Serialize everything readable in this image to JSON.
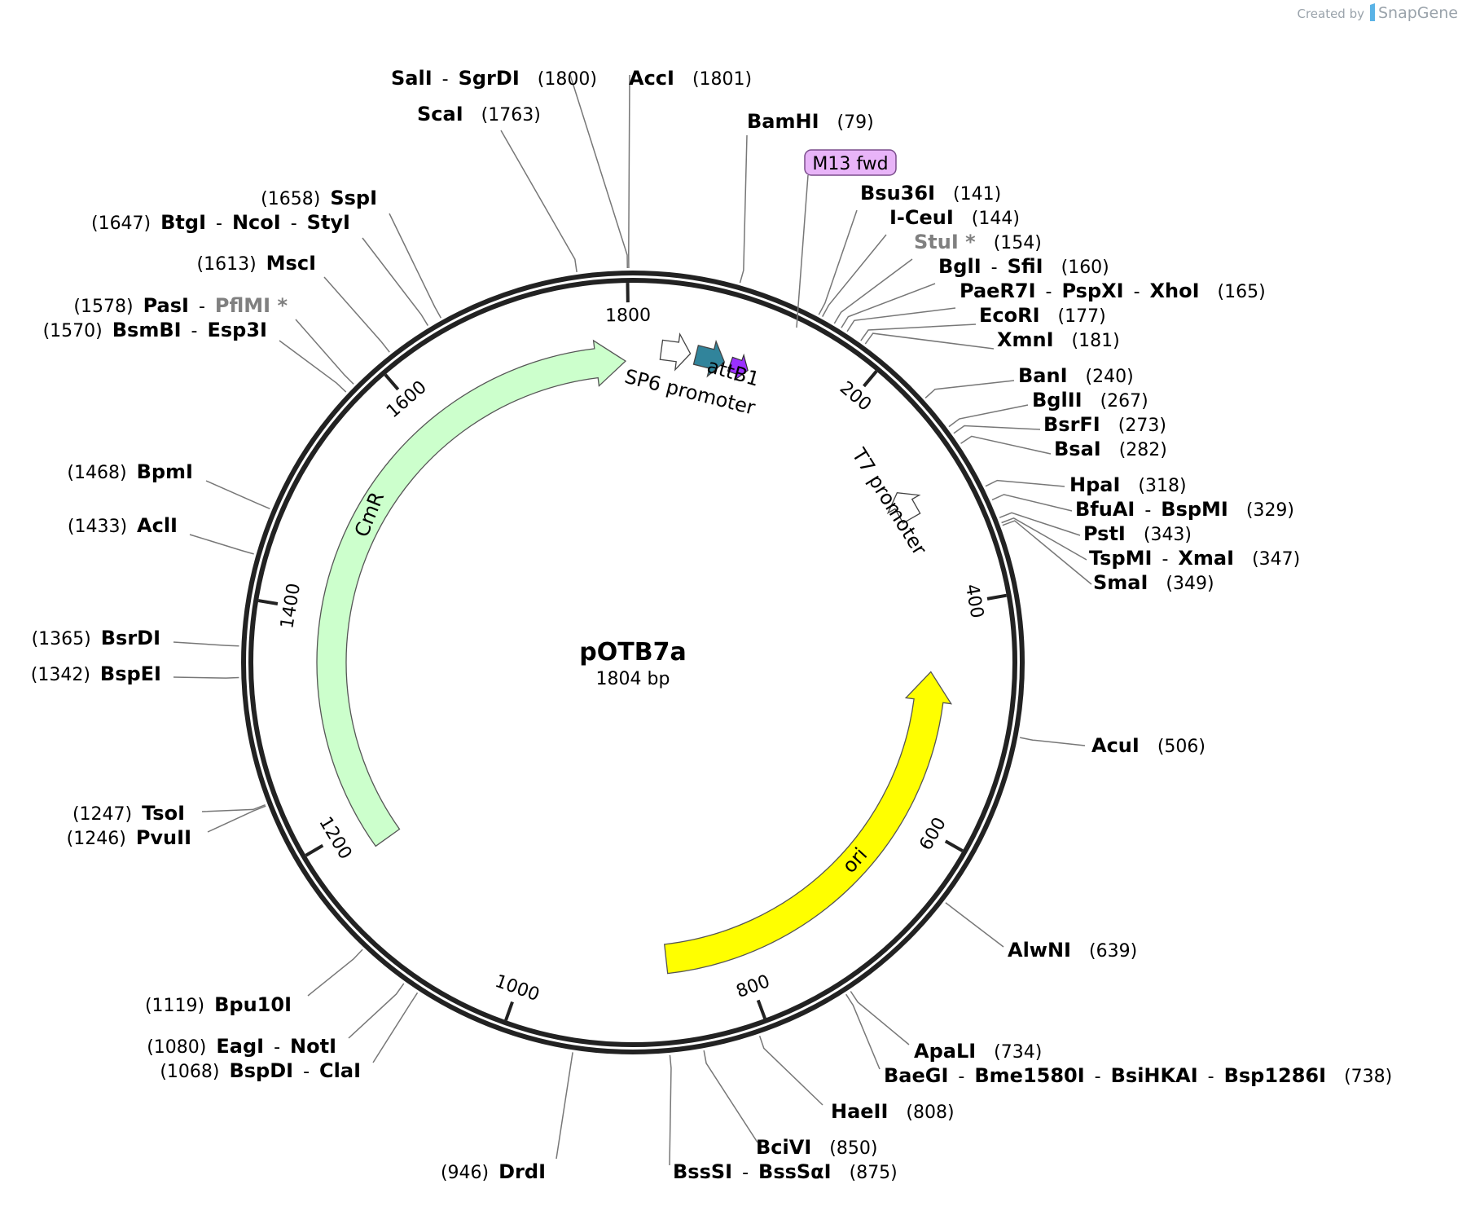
{
  "credit": {
    "prefix": "Created by",
    "brand": "SnapGene"
  },
  "plasmid": {
    "name": "pOTB7a",
    "length_label": "1804 bp",
    "total_bp": 1804
  },
  "ticks": [
    {
      "label": "200",
      "pos": 200
    },
    {
      "label": "400",
      "pos": 400
    },
    {
      "label": "600",
      "pos": 600
    },
    {
      "label": "800",
      "pos": 800
    },
    {
      "label": "1000",
      "pos": 1000
    },
    {
      "label": "1200",
      "pos": 1200
    },
    {
      "label": "1400",
      "pos": 1400
    },
    {
      "label": "1600",
      "pos": 1600
    },
    {
      "label": "1800",
      "pos": 1800
    }
  ],
  "features": [
    {
      "name": "CmR",
      "start": 1175,
      "end": 1797,
      "direction": "forward",
      "color": "#ccffcc"
    },
    {
      "name": "ori",
      "start": 870,
      "end": 460,
      "direction": "reverse",
      "color": "#ffff00"
    },
    {
      "name": "SP6 promoter",
      "pos": 38,
      "direction": "forward",
      "color": "#ffffff"
    },
    {
      "name": "attB1",
      "pos": 70,
      "direction": "forward",
      "color": "#31849b"
    },
    {
      "name": "T7 promoter",
      "pos": 302,
      "direction": "reverse",
      "color": "#ffffff"
    }
  ],
  "primer": {
    "name": "M13 fwd",
    "pos": 105,
    "color": "#e8b4f8"
  },
  "small_arrow": {
    "pos": 98,
    "color": "#9b30ff"
  },
  "sites": [
    {
      "names": [
        "SalI",
        "SgrDI"
      ],
      "pos_label": "(1800)",
      "pos": 1800
    },
    {
      "names": [
        "AccI"
      ],
      "pos_label": "(1801)",
      "pos": 1801
    },
    {
      "names": [
        "ScaI"
      ],
      "pos_label": "(1763)",
      "pos": 1763
    },
    {
      "names": [
        "BamHI"
      ],
      "pos_label": "(79)",
      "pos": 79
    },
    {
      "names": [
        "Bsu36I"
      ],
      "pos_label": "(141)",
      "pos": 141
    },
    {
      "names": [
        "I-CeuI"
      ],
      "pos_label": "(144)",
      "pos": 144
    },
    {
      "names": [
        "StuI *"
      ],
      "pos_label": "(154)",
      "pos": 154,
      "gray": true
    },
    {
      "names": [
        "BglI",
        "SfiI"
      ],
      "pos_label": "(160)",
      "pos": 160
    },
    {
      "names": [
        "PaeR7I",
        "PspXI",
        "XhoI"
      ],
      "pos_label": "(165)",
      "pos": 165
    },
    {
      "names": [
        "EcoRI"
      ],
      "pos_label": "(177)",
      "pos": 177
    },
    {
      "names": [
        "XmnI"
      ],
      "pos_label": "(181)",
      "pos": 181
    },
    {
      "names": [
        "BanI"
      ],
      "pos_label": "(240)",
      "pos": 240
    },
    {
      "names": [
        "BglII"
      ],
      "pos_label": "(267)",
      "pos": 267
    },
    {
      "names": [
        "BsrFI"
      ],
      "pos_label": "(273)",
      "pos": 273
    },
    {
      "names": [
        "BsaI"
      ],
      "pos_label": "(282)",
      "pos": 282
    },
    {
      "names": [
        "HpaI"
      ],
      "pos_label": "(318)",
      "pos": 318
    },
    {
      "names": [
        "BfuAI",
        "BspMI"
      ],
      "pos_label": "(329)",
      "pos": 329
    },
    {
      "names": [
        "PstI"
      ],
      "pos_label": "(343)",
      "pos": 343
    },
    {
      "names": [
        "TspMI",
        "XmaI"
      ],
      "pos_label": "(347)",
      "pos": 347
    },
    {
      "names": [
        "SmaI"
      ],
      "pos_label": "(349)",
      "pos": 349
    },
    {
      "names": [
        "AcuI"
      ],
      "pos_label": "(506)",
      "pos": 506
    },
    {
      "names": [
        "AlwNI"
      ],
      "pos_label": "(639)",
      "pos": 639
    },
    {
      "names": [
        "ApaLI"
      ],
      "pos_label": "(734)",
      "pos": 734
    },
    {
      "names": [
        "BaeGI",
        "Bme1580I",
        "BsiHKAI",
        "Bsp1286I"
      ],
      "pos_label": "(738)",
      "pos": 738
    },
    {
      "names": [
        "HaeII"
      ],
      "pos_label": "(808)",
      "pos": 808
    },
    {
      "names": [
        "BciVI"
      ],
      "pos_label": "(850)",
      "pos": 850
    },
    {
      "names": [
        "BssSI",
        "BssSαI"
      ],
      "pos_label": "(875)",
      "pos": 875
    },
    {
      "names": [
        "DrdI"
      ],
      "pos_label": "(946)",
      "pos": 946
    },
    {
      "names": [
        "BspDI",
        "ClaI"
      ],
      "pos_label": "(1068)",
      "pos": 1068
    },
    {
      "names": [
        "EagI",
        "NotI"
      ],
      "pos_label": "(1080)",
      "pos": 1080
    },
    {
      "names": [
        "Bpu10I"
      ],
      "pos_label": "(1119)",
      "pos": 1119
    },
    {
      "names": [
        "PvuII"
      ],
      "pos_label": "(1246)",
      "pos": 1246
    },
    {
      "names": [
        "TsoI"
      ],
      "pos_label": "(1247)",
      "pos": 1247
    },
    {
      "names": [
        "BspEI"
      ],
      "pos_label": "(1342)",
      "pos": 1342
    },
    {
      "names": [
        "BsrDI"
      ],
      "pos_label": "(1365)",
      "pos": 1365
    },
    {
      "names": [
        "AclI"
      ],
      "pos_label": "(1433)",
      "pos": 1433
    },
    {
      "names": [
        "BpmI"
      ],
      "pos_label": "(1468)",
      "pos": 1468
    },
    {
      "names": [
        "BsmBI",
        "Esp3I"
      ],
      "pos_label": "(1570)",
      "pos": 1570
    },
    {
      "names": [
        "PasI",
        "PflMI *"
      ],
      "pos_label": "(1578)",
      "pos": 1578,
      "gray_second": true
    },
    {
      "names": [
        "MscI"
      ],
      "pos_label": "(1613)",
      "pos": 1613
    },
    {
      "names": [
        "BtgI",
        "NcoI",
        "StyI"
      ],
      "pos_label": "(1647)",
      "pos": 1647
    },
    {
      "names": [
        "SspI"
      ],
      "pos_label": "(1658)",
      "pos": 1658
    }
  ]
}
